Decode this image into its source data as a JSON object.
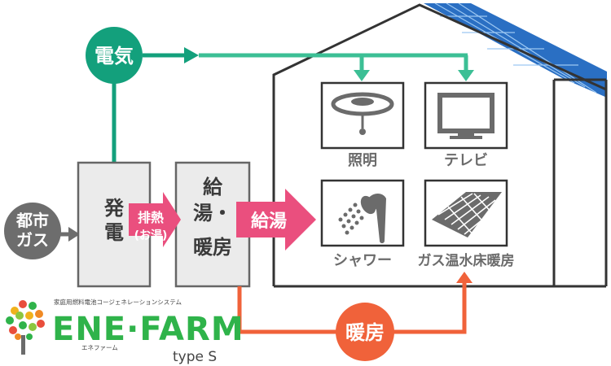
{
  "labels": {
    "electricity": "電気",
    "city_gas_line1": "都市",
    "city_gas_line2": "ガス",
    "generation_line1": "発",
    "generation_line2": "電",
    "exhaust_heat_line1": "排熱",
    "exhaust_heat_line2": "(お湯)",
    "supply_unit_line1": "給",
    "supply_unit_line2": "湯・",
    "supply_unit_line3": "暖房",
    "hot_water": "給湯",
    "heating": "暖房"
  },
  "appliances": {
    "lighting": "照明",
    "tv": "テレビ",
    "shower": "シャワー",
    "floor_heating": "ガス温水床暖房"
  },
  "logo": {
    "tagline": "家庭用燃料電池コージェネレーションシステム",
    "brand": "ENE·FARM",
    "reading": "エネファーム",
    "variant": "type S"
  },
  "colors": {
    "electric_green": "#13a07c",
    "electric_line": "#3cbf95",
    "exhaust_pink": "#ea4f7e",
    "heating_orange": "#f0623a",
    "gas_gray": "#6d6d6d",
    "unit_fill": "#ebebeb",
    "icon_gray": "#6b6b6b",
    "house_line": "#333333",
    "solar_blue": "#2a6fc3"
  }
}
